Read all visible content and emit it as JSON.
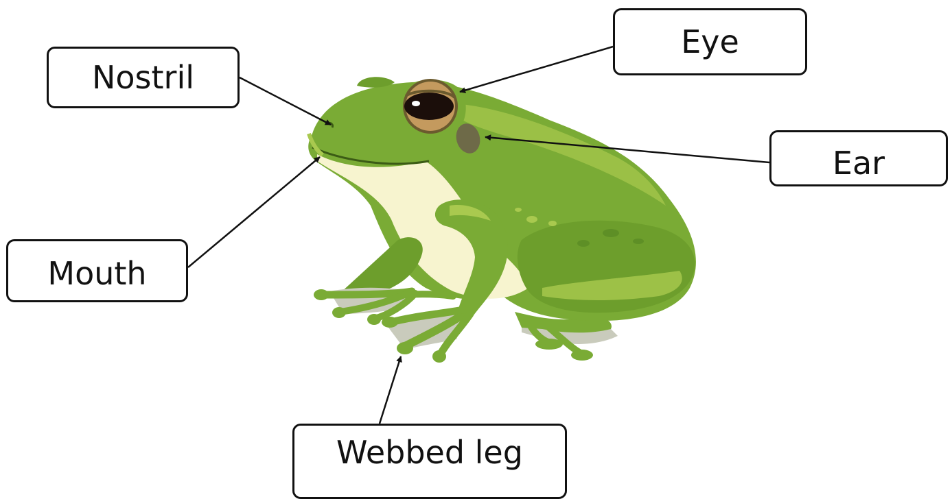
{
  "labels": {
    "nostril": "Nostril",
    "eye": "Eye",
    "ear": "Ear",
    "mouth": "Mouth",
    "webbed_leg": "Webbed leg"
  },
  "colors": {
    "frog_body": "#7aab35",
    "frog_dark": "#5e8f26",
    "frog_light": "#a9c94f",
    "belly": "#f7f4cf",
    "web": "#c9cbbc",
    "eye_iris": "#c49a5e",
    "eye_ring": "#6b5a2e",
    "ear": "#6e6a48",
    "outline": "#111111"
  },
  "icons": {
    "subject": "frog-illustration"
  }
}
